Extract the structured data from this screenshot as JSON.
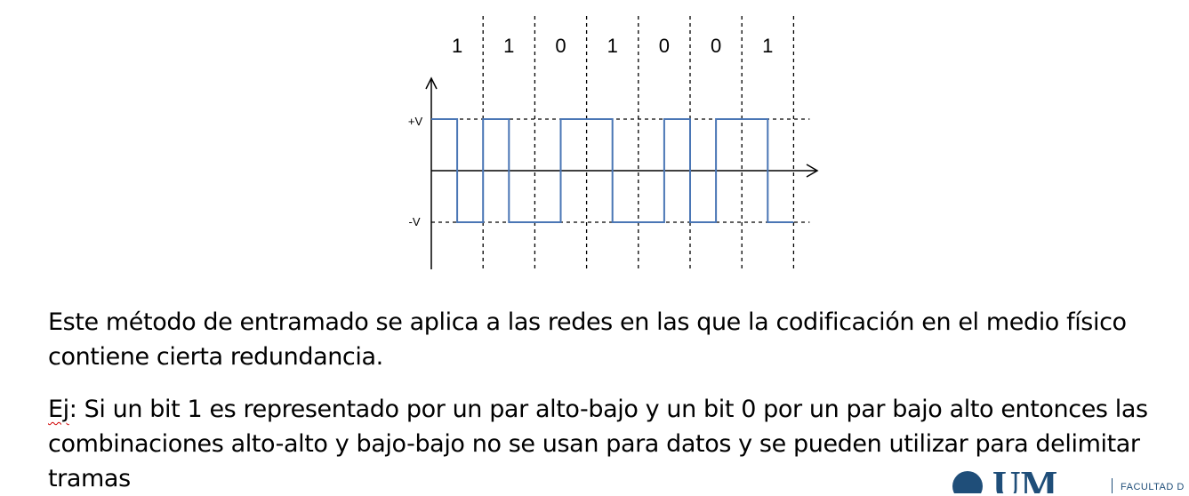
{
  "diagram": {
    "bits": [
      "1",
      "1",
      "0",
      "1",
      "0",
      "0",
      "1"
    ],
    "high_label": "+V",
    "low_label": "-V",
    "encoding": "1 = alto-bajo (high then low), 0 = bajo-alto (low then high)",
    "colors": {
      "signal": "#4a76b5",
      "lines": "#000000"
    }
  },
  "text": {
    "paragraph1": "Este método de entramado se aplica a las redes en las que la codificación en el medio físico contiene cierta redundancia.",
    "paragraph2_prefix": "Ej",
    "paragraph2_rest": ": Si un bit 1 es representado por un par alto-bajo y un bit 0 por un par bajo alto entonces las combinaciones alto-alto y bajo-bajo no se usan para datos y se pueden utilizar para delimitar tramas"
  },
  "logo": {
    "letters": "UM",
    "caption": "FACULTAD D"
  }
}
